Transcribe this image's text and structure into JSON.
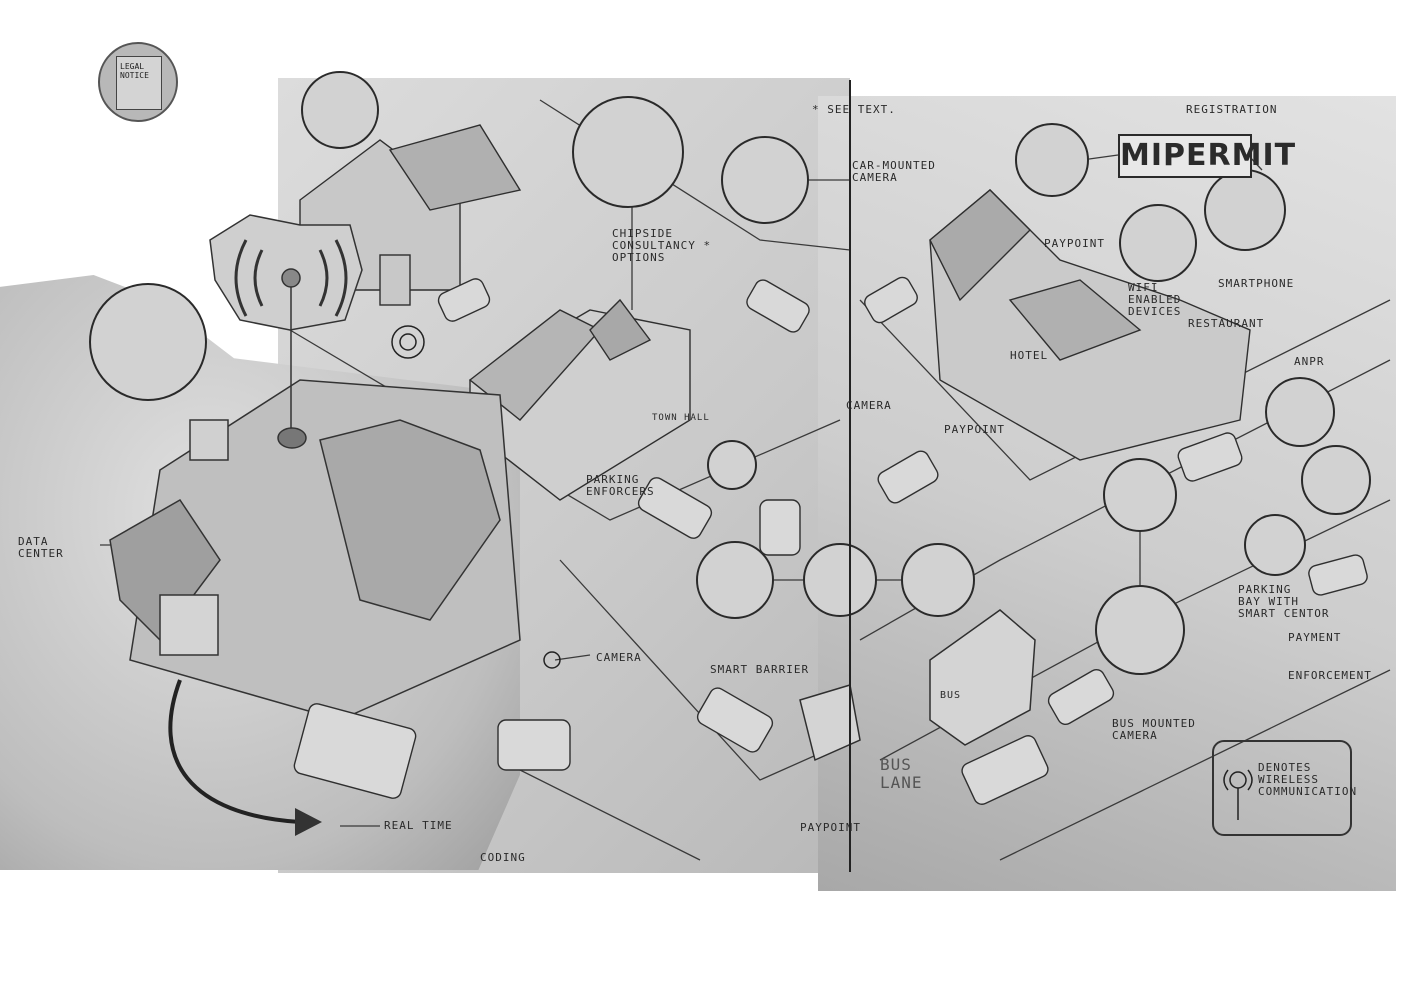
{
  "labels": {
    "legal_notice": "LEGAL\nNOTICE",
    "see_text": "* SEE TEXT.",
    "registration": "REGISTRATION",
    "brand": "MIPERMIT",
    "car_mounted_camera": "CAR-MOUNTED\nCAMERA",
    "chipside": "CHIPSIDE\nCONSULTANCY *\nOPTIONS",
    "paypoint_top": "PAYPOINT",
    "wifi_devices": "WIFI\nENABLED\nDEVICES",
    "smartphone": "SMARTPHONE",
    "hotel": "HOTEL",
    "restaurant": "RESTAURANT",
    "anpr": "ANPR",
    "camera_mid": "CAMERA",
    "paypoint_mid": "PAYPOINT",
    "town_hall": "TOWN HALL",
    "parking_enforcers": "PARKING\nENFORCERS",
    "data_center": "DATA\nCENTER",
    "camera_low": "CAMERA",
    "smart_barrier": "SMART BARRIER",
    "parking_bay": "PARKING\nBAY WITH\nSMART CENTOR",
    "payment": "PAYMENT",
    "enforcement": "ENFORCEMENT",
    "bus_mounted_camera": "BUS MOUNTED\nCAMERA",
    "bus": "BUS",
    "bus_lane": "BUS\nLANE",
    "denotes_wireless": "DENOTES\nWIRELESS\nCOMMUNICATION",
    "real_time": "REAL TIME",
    "paypoint_bottom": "PAYPOINT",
    "coding": "CODING"
  },
  "icons": [
    "legal-notice-icon",
    "computer-icon",
    "wifi-signal-icon",
    "operator-icon",
    "camera-icon",
    "smartphone-icon",
    "wifi-devices-icon",
    "paypoint-icon",
    "anpr-plate-icon",
    "sensor-icon",
    "bus-camera-icon",
    "wireless-tower-icon",
    "car-icon",
    "bus-icon",
    "van-icon",
    "building-icon"
  ],
  "colors": {
    "pencil": "#2b2b2b",
    "paper": "#d6d6d6",
    "background": "#ffffff"
  }
}
